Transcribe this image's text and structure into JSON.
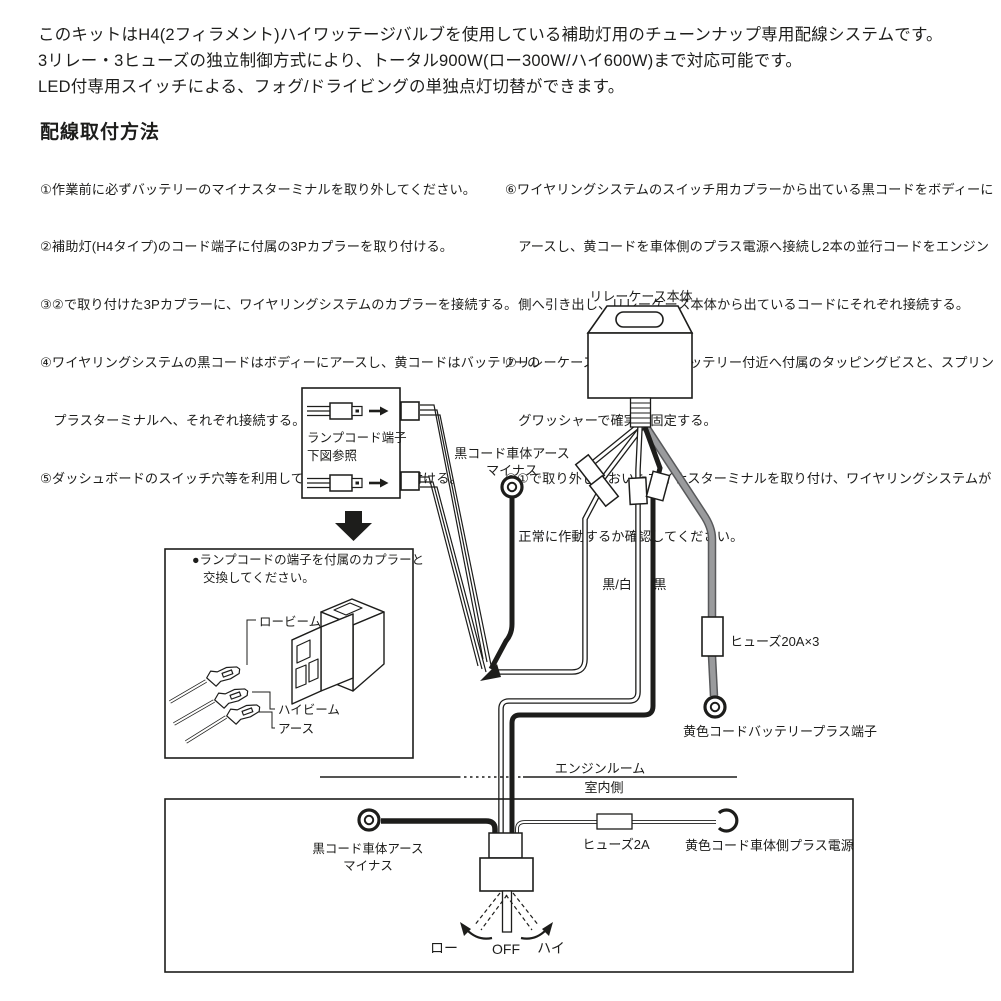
{
  "intro": {
    "lines": [
      "このキットはH4(2フィラメント)ハイワッテージバルブを使用している補助灯用のチューンナップ専用配線システムです。",
      "3リレー・3ヒューズの独立制御方式により、トータル900W(ロー300W/ハイ600W)まで対応可能です。",
      "LED付専用スイッチによる、フォグ/ドライビングの単独点灯切替ができます。"
    ]
  },
  "section": {
    "title": "配線取付方法"
  },
  "instructions": {
    "left_lines": [
      "①作業前に必ずバッテリーのマイナスターミナルを取り外してください。",
      "②補助灯(H4タイプ)のコード端子に付属の3Pカプラーを取り付ける。",
      "③②で取り付けた3Pカプラーに、ワイヤリングシステムのカプラーを接続する。",
      "④ワイヤリングシステムの黒コードはボディーにアースし、黄コードはバッテリーの",
      "　プラスターミナルへ、それぞれ接続する。",
      "⑤ダッシュボードのスイッチ穴等を利用して、スイッチを取り付ける。"
    ],
    "right_lines": [
      "⑥ワイヤリングシステムのスイッチ用カプラーから出ている黒コードをボディーに",
      "　アースし、黄コードを車体側のプラス電源へ接続し2本の並行コードをエンジン",
      "　側へ引き出し、リレーケース本体から出ているコードにそれぞれ接続する。",
      "⑦リレーケース本体を車体のバッテリー付近へ付属のタッピングビスと、スプリン",
      "　グワッシャーで確実に固定する。",
      "⑧①で取り外しておいたマイナスターミナルを取り付け、ワイヤリングシステムが",
      "　正常に作動するか確認してください。"
    ]
  },
  "diagram": {
    "relay_case": "リレーケース本体",
    "lamp_box_1": "ランプコード端子",
    "lamp_box_2": "下図参照",
    "ground_top_1": "黒コード車体アース",
    "ground_top_2": "マイナス",
    "wire_bw": "黒/白",
    "wire_b": "黒",
    "fuse20": "ヒューズ20A×3",
    "battery_plus": "黄色コードバッテリープラス端子",
    "note_1": "●ランプコードの端子を付属のカプラーと",
    "note_2": "交換してください。",
    "low_beam": "ロービーム",
    "high_beam": "ハイビーム",
    "earth": "アース",
    "engine_room": "エンジンルーム",
    "cabin_side": "室内側",
    "ground_bottom_1": "黒コード車体アース",
    "ground_bottom_2": "マイナス",
    "fuse2": "ヒューズ2A",
    "body_plus": "黄色コード車体側プラス電源",
    "sw_low": "ロー",
    "sw_off": "OFF",
    "sw_high": "ハイ"
  },
  "colors": {
    "ink": "#1d1d1b",
    "gray_wire": "#9a9b9d",
    "gray_wire_edge": "#58595b"
  }
}
